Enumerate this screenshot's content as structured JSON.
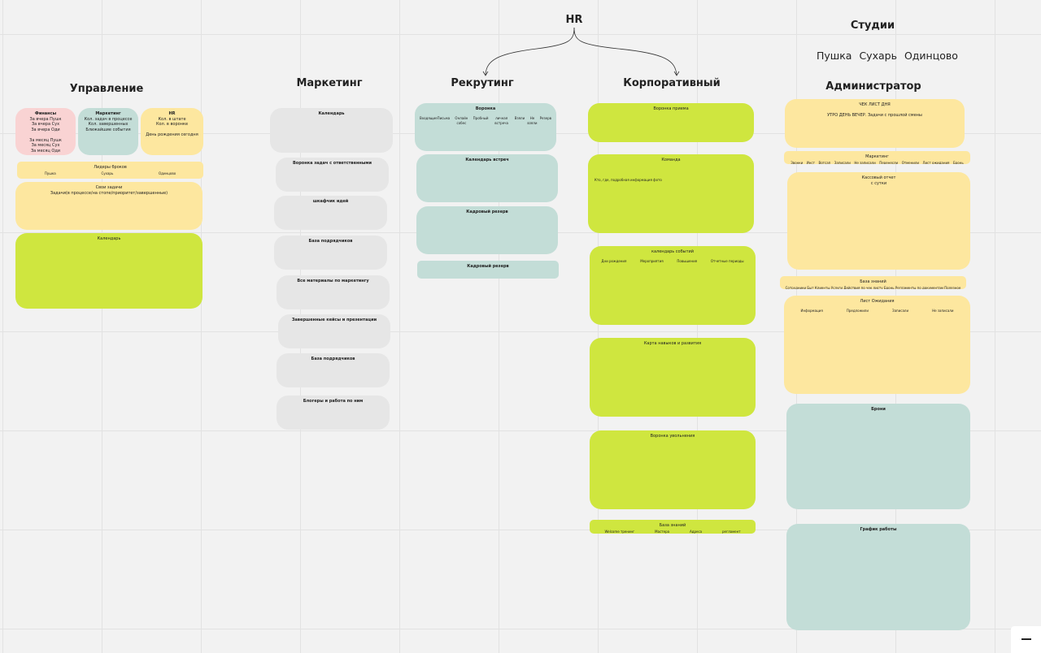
{
  "hr_title": "HR",
  "studios": {
    "title": "Студии",
    "items": [
      "Пушка",
      "Сухарь",
      "Одинцово"
    ]
  },
  "headings": {
    "management": "Управление",
    "marketing": "Маркетинг",
    "recruiting": "Рекрутинг",
    "corporate": "Корпоративный",
    "admin": "Администратор"
  },
  "colors": {
    "pink": "#f9d3d3",
    "teal": "#c3ddd7",
    "yellow": "#fde79f",
    "green": "#cfe63f",
    "grey": "#e6e6e6"
  },
  "cards": [
    {
      "title": "Финансы",
      "bold": true,
      "lines": "За вчера Пушк\nЗа вчера Сух\nЗа вчера Оди\n\nЗа месяц Пушк\nЗа месяц Сух\nЗа месяц Оди",
      "color": "pink"
    },
    {
      "title": "Маркетинг",
      "bold": true,
      "lines": "Кол. задач в процессе\nКол. завершенных\nБлижайшие события",
      "color": "teal"
    },
    {
      "title": "HR",
      "bold": true,
      "lines": "Кол. в штате\nКол. в воронке\n\nДень рождения сегодня",
      "color": "yellow"
    },
    {
      "title": "Лидеры броков",
      "items": [
        "Пушка",
        "Сухарь",
        "Одинцово"
      ],
      "color": "yellow"
    },
    {
      "title": "Свои задачи",
      "lines": "Задачи(в процессе/на стопе/приоритет/завершенные)",
      "color": "yellow"
    },
    {
      "title": "Календарь",
      "color": "green"
    },
    {
      "title": "Календарь",
      "bold": true,
      "color": "grey"
    },
    {
      "title": "Воронка задач с ответственными",
      "bold": true,
      "color": "grey"
    },
    {
      "title": "шкафчик идей",
      "bold": true,
      "color": "grey"
    },
    {
      "title": "База подрядчиков",
      "bold": true,
      "color": "grey"
    },
    {
      "title": "Все материалы по маркетингу",
      "bold": true,
      "color": "grey"
    },
    {
      "title": "Завершенные кейсы и презентации",
      "bold": true,
      "color": "grey"
    },
    {
      "title": "База подрядчиков",
      "bold": true,
      "color": "grey"
    },
    {
      "title": "Блогеры и работа по ним",
      "bold": true,
      "color": "grey"
    },
    {
      "title": "Воронка",
      "bold": true,
      "items": [
        "Входящие",
        "Письма",
        "Онлайн собес",
        "Пробный",
        "личная встреча",
        "Взяли",
        "Не взяли",
        "Резерв"
      ],
      "color": "teal"
    },
    {
      "title": "Календарь встреч",
      "bold": true,
      "color": "teal"
    },
    {
      "title": "Кадровый резерв",
      "bold": true,
      "color": "teal"
    },
    {
      "title": "Кадровый резерв",
      "bold": true,
      "color": "teal"
    },
    {
      "title": "Воронка приема",
      "color": "green"
    },
    {
      "title": "Команда",
      "note": "Кто, где, подробная информация фото",
      "color": "green"
    },
    {
      "title": "календарь событий",
      "items": [
        "Дни рождения",
        "Мероприятия",
        "Повышения",
        "Отчетные периоды"
      ],
      "color": "green"
    },
    {
      "title": "Карта навыков и развития",
      "color": "green"
    },
    {
      "title": "Воронка увольнения",
      "color": "green"
    },
    {
      "title": "База знаний",
      "items": [
        "Welcome тренинг",
        "Мастера",
        "Адреса",
        "регламент"
      ],
      "color": "green"
    },
    {
      "title": "ЧЕК ЛИСТ ДНЯ",
      "lines": "\nУТРО ДЕНЬ ВЕЧЕР. Задачи с прошлой смены",
      "color": "yellow"
    },
    {
      "title": "Маркетинг",
      "items": [
        "Звонки",
        "Инст",
        "Вотсап",
        "Записали",
        "Не записали",
        "Перенесли",
        "Отменили",
        "Лист ожидания",
        "Бронь"
      ],
      "color": "yellow"
    },
    {
      "title": "Кассовый отчет",
      "lines": "с сутки",
      "color": "yellow"
    },
    {
      "title": "База знаний",
      "items": [
        "Сотрудники",
        "Быт",
        "Клиенты",
        "Услуги",
        "Действия по чек листу",
        "Бронь",
        "Регламенты по документам",
        "Полезное"
      ],
      "color": "yellow"
    },
    {
      "title": "Лист Ожидания",
      "items": [
        "Информация",
        "Предложили",
        "Записали",
        "Не записали"
      ],
      "color": "yellow"
    },
    {
      "title": "Брони",
      "bold": true,
      "color": "teal"
    },
    {
      "title": "График работы",
      "bold": true,
      "color": "teal"
    }
  ]
}
